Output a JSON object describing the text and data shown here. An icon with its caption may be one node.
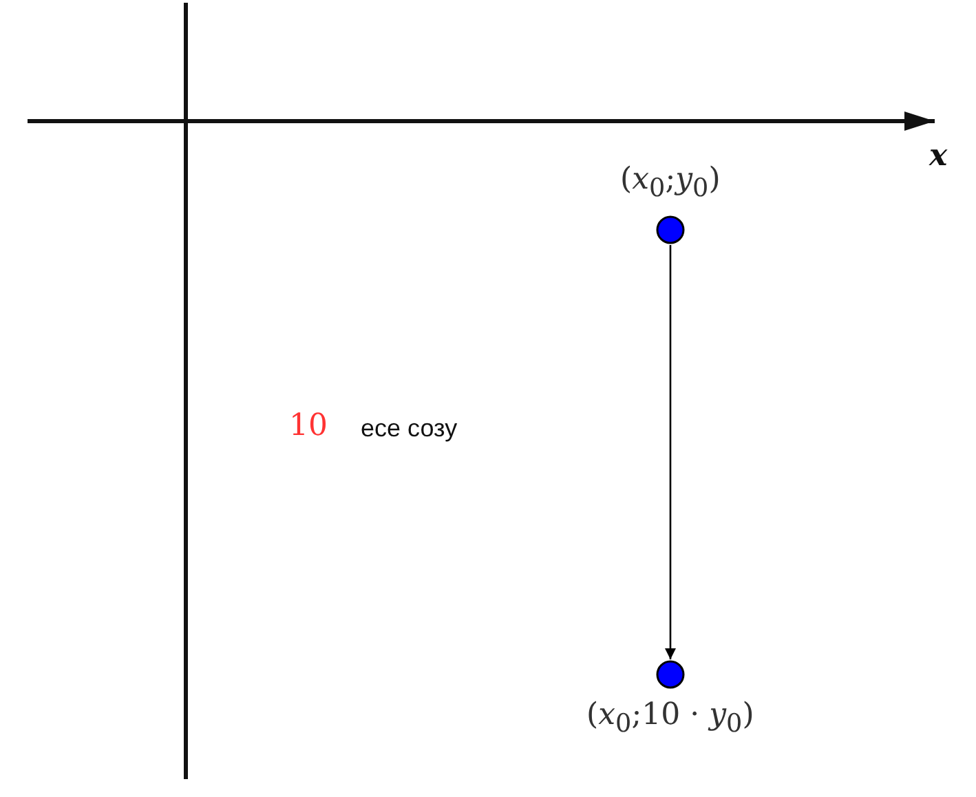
{
  "diagram": {
    "nodes": [
      {
        "text": [
          "(*x*$_{0}$;*y*$_{0}$)"
        ]
      },
      {
        "text": [
          "(*x*$_{0}$;10 · *y*$_{0}$)"
        ]
      }
    ],
    "edges": [
      {
        "from": 0,
        "to": 1,
        "arrow": "to"
      }
    ],
    "labels": [
      "*x*",
      "10",
      "есе созу"
    ]
  }
}
